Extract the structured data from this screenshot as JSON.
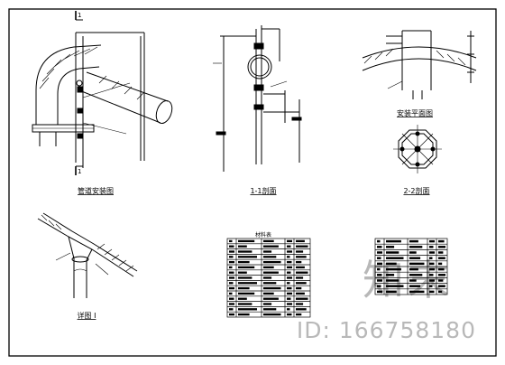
{
  "views": [
    {
      "id": "elevation",
      "caption": "管道安装图"
    },
    {
      "id": "section-1-1",
      "caption": "1-1剖面"
    },
    {
      "id": "plan",
      "caption": "安装平面图"
    },
    {
      "id": "section-2-2",
      "caption": "2-2剖面"
    },
    {
      "id": "detail",
      "caption": "详图 I"
    }
  ],
  "section_marks": {
    "top": "1",
    "bottom": "1"
  },
  "tables": [
    {
      "id": "material-table-left",
      "title": "材料表"
    },
    {
      "id": "material-table-right",
      "title": ""
    }
  ],
  "watermark": {
    "logo": "知末",
    "id_text": "ID: 166758180"
  }
}
